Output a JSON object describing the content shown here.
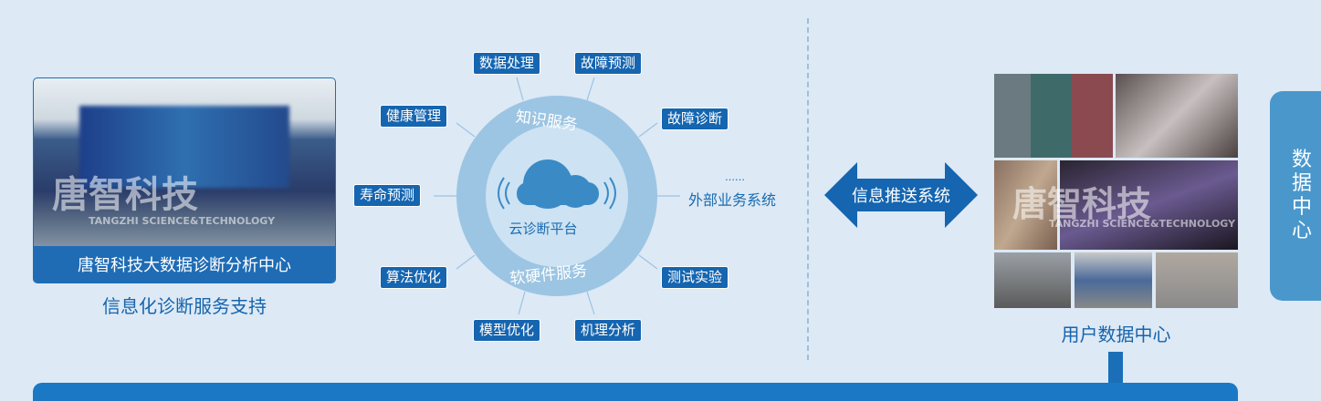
{
  "left": {
    "caption": "唐智科技大数据诊断分析中心",
    "subtitle": "信息化诊断服务支持",
    "watermark": "唐智科技",
    "watermark_en": "TANGZHI SCIENCE&TECHNOLOGY"
  },
  "center": {
    "platform": "云诊断平台",
    "ring_top": "知识服务",
    "ring_bottom": "软硬件服务",
    "tags": {
      "data_processing": "数据处理",
      "fault_prediction": "故障预测",
      "health_mgmt": "健康管理",
      "fault_diagnosis": "故障诊断",
      "life_prediction": "寿命预测",
      "algorithm_opt": "算法优化",
      "test_experiment": "测试实验",
      "model_opt": "模型优化",
      "mechanism_analysis": "机理分析"
    },
    "external_dots": "……",
    "external": "外部业务系统"
  },
  "arrow": {
    "label": "信息推送系统"
  },
  "right": {
    "title": "用户数据中心",
    "watermark": "唐智科技",
    "watermark_en": "TANGZHI SCIENCE&TECHNOLOGY"
  },
  "side": {
    "chars": [
      "数",
      "据",
      "中",
      "心"
    ]
  }
}
